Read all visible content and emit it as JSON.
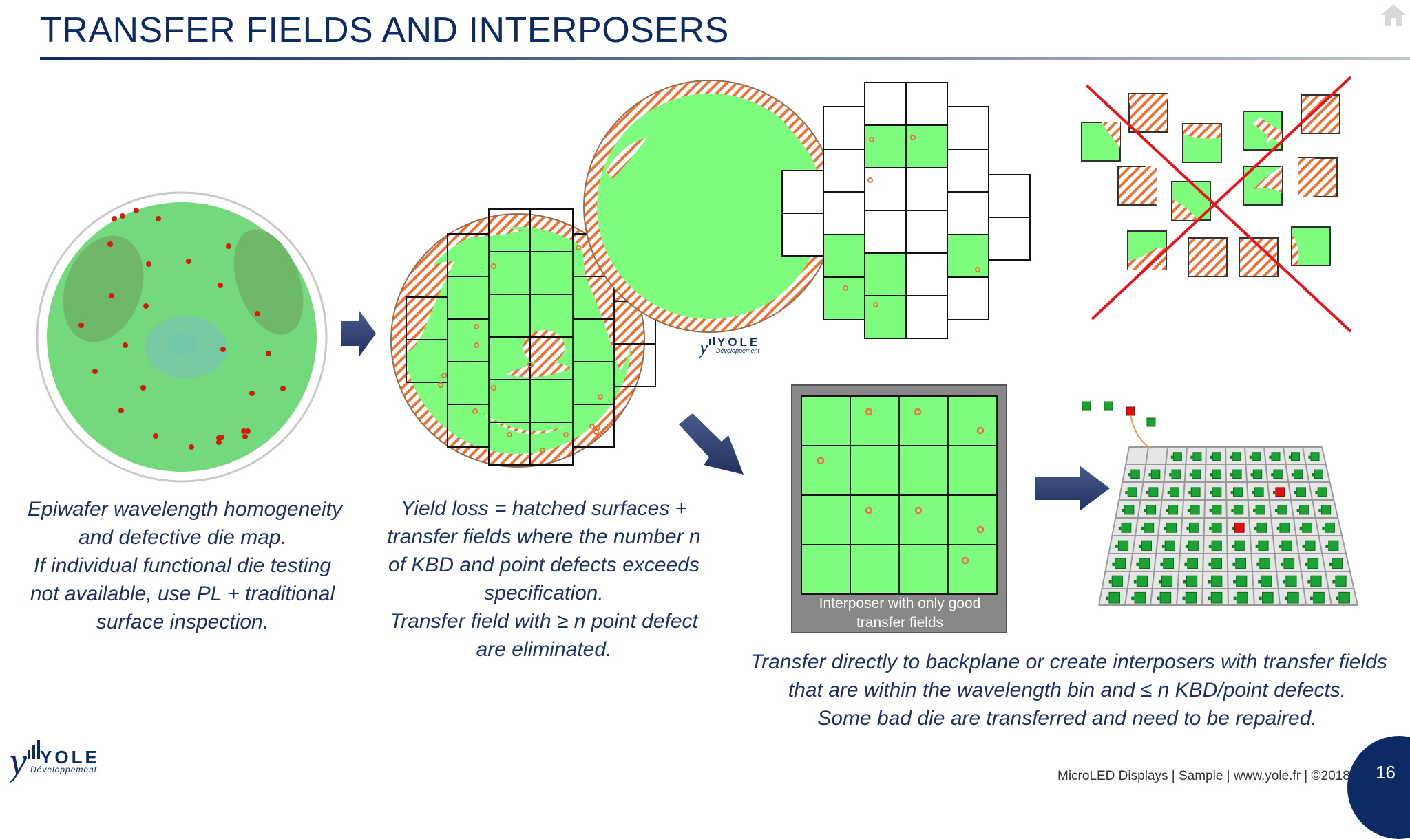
{
  "header": {
    "title": "TRANSFER FIELDS AND INTERPOSERS"
  },
  "icons": {
    "home": "home-icon"
  },
  "captions": {
    "left": [
      "Epiwafer wavelength homogeneity",
      "and defective die map.",
      "If individual functional die testing",
      "not available, use PL + traditional",
      "surface inspection."
    ],
    "middle": [
      "Yield loss = hatched surfaces +",
      "transfer fields where the number n",
      "of KBD and point defects exceeds",
      "specification.",
      "Transfer field with ≥ n point defect",
      "are eliminated."
    ],
    "bottom": [
      "Transfer directly to backplane or create interposers with transfer fields",
      "that are within the wavelength bin and  ≤ n KBD/point defects.",
      "Some bad die are transferred and need to be repaired."
    ]
  },
  "interposer_label": [
    "Interposer with only good",
    "transfer fields"
  ],
  "logo": {
    "name": "YOLE",
    "sub": "Développement"
  },
  "footer": {
    "text": "MicroLED Displays | Sample | www.yole.fr | ©2018",
    "page_number": "16"
  },
  "colors": {
    "navy": "#0c2a63",
    "die_green": "#7dfc7d",
    "hatch_orange": "#e8743a",
    "defect_red": "#cc2200",
    "reject_red": "#e8141c"
  }
}
